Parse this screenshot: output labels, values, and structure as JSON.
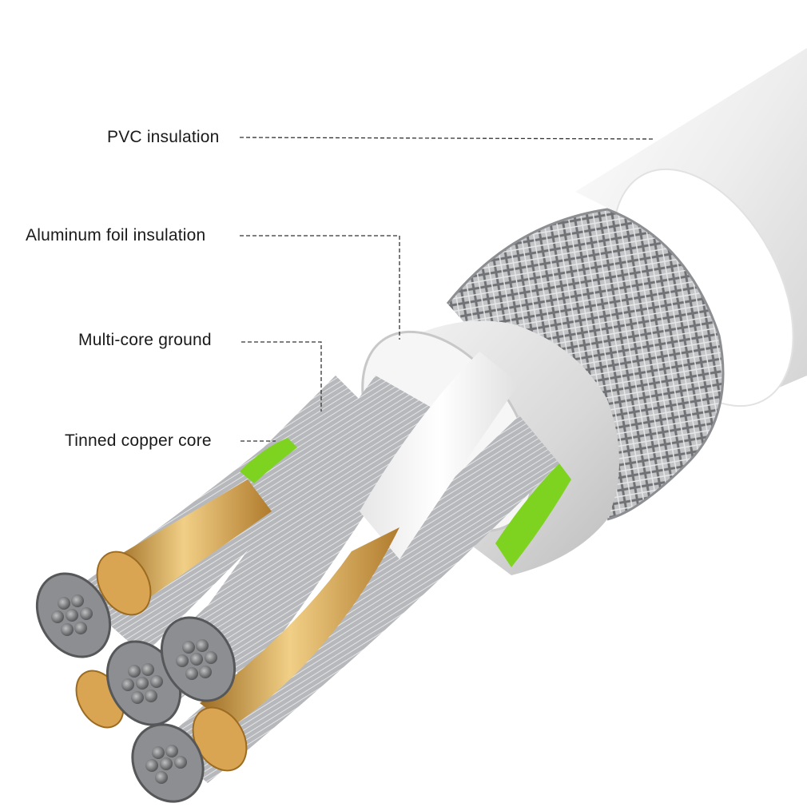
{
  "labels": {
    "pvc_insulation": "PVC insulation",
    "aluminum_foil_insulation": "Aluminum foil insulation",
    "multi_core_ground": "Multi-core ground",
    "tinned_copper_core": "Tinned copper core"
  },
  "colors": {
    "outer_jacket": "#f2f2f2",
    "braid_shield": "#b9bbbd",
    "foil_tube": "#dcdcdc",
    "silver_strands": "#9a9c9f",
    "copper_core": "#c9933a",
    "green_insulation": "#7ed321",
    "leader_line": "#333333"
  }
}
